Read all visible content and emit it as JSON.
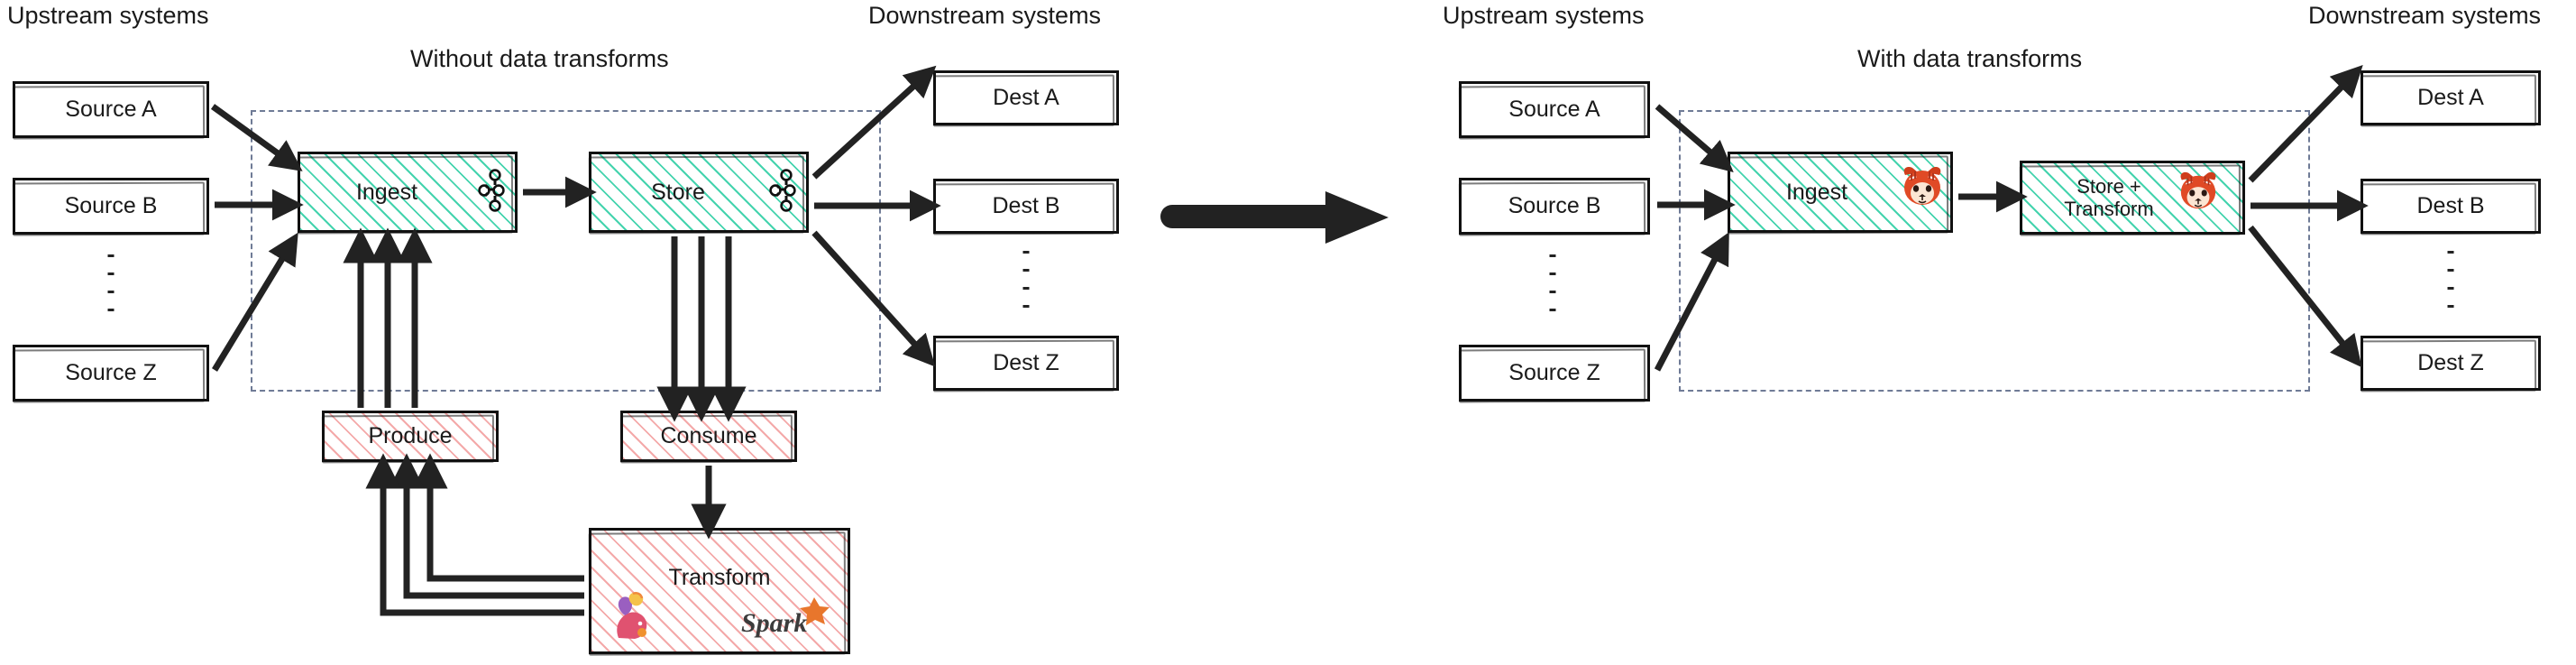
{
  "diagram": {
    "title_left": "Without data transforms",
    "title_right": "With data transforms",
    "upstream_label": "Upstream systems",
    "downstream_label": "Downstream systems",
    "colors": {
      "teal_hatch": "#3ad1a9",
      "pink_hatch": "#f08c8c",
      "dashed_boundary": "#6f7b96",
      "arrow": "#222222",
      "text": "#1a1a1a",
      "redpanda_red": "#e04a26",
      "spark_orange": "#e8762c"
    }
  },
  "left_panel": {
    "title": "Without data transforms",
    "upstream_label": "Upstream systems",
    "downstream_label": "Downstream systems",
    "sources": [
      {
        "label": "Source A"
      },
      {
        "label": "Source B"
      },
      {
        "label": "Source Z"
      }
    ],
    "destinations": [
      {
        "label": "Dest A"
      },
      {
        "label": "Dest B"
      },
      {
        "label": "Dest Z"
      }
    ],
    "pipeline": [
      {
        "label": "Ingest",
        "icon": "kafka-icon",
        "fill": "teal-hatch"
      },
      {
        "label": "Store",
        "icon": "kafka-icon",
        "fill": "teal-hatch"
      }
    ],
    "external": [
      {
        "label": "Produce",
        "fill": "pink-hatch"
      },
      {
        "label": "Consume",
        "fill": "pink-hatch"
      },
      {
        "label": "Transform",
        "fill": "pink-hatch",
        "icons": [
          "flink-squirrel-icon",
          "spark-icon"
        ]
      }
    ],
    "transform_logos": {
      "flink": "flink-squirrel-icon",
      "spark": "Spark"
    }
  },
  "right_panel": {
    "title": "With data transforms",
    "upstream_label": "Upstream systems",
    "downstream_label": "Downstream systems",
    "sources": [
      {
        "label": "Source A"
      },
      {
        "label": "Source B"
      },
      {
        "label": "Source Z"
      }
    ],
    "destinations": [
      {
        "label": "Dest A"
      },
      {
        "label": "Dest B"
      },
      {
        "label": "Dest Z"
      }
    ],
    "pipeline": [
      {
        "label": "Ingest",
        "icon": "redpanda-icon",
        "fill": "teal-hatch"
      },
      {
        "label": "Store +\nTransform",
        "line1": "Store +",
        "line2": "Transform",
        "icon": "redpanda-icon",
        "fill": "teal-hatch"
      }
    ]
  },
  "center": {
    "arrow": "big-right-arrow"
  }
}
